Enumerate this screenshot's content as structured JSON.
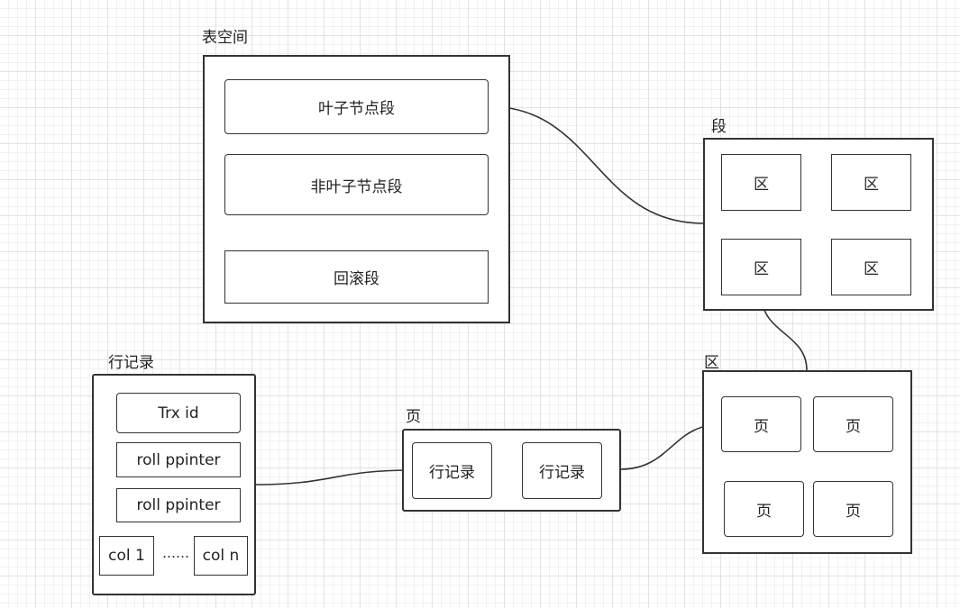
{
  "tablespace": {
    "label": "表空间",
    "segments": [
      "叶子节点段",
      "非叶子节点段",
      "回滚段"
    ]
  },
  "segment": {
    "label": "段",
    "extents": [
      "区",
      "区",
      "区",
      "区"
    ]
  },
  "extent": {
    "label": "区",
    "pages": [
      "页",
      "页",
      "页",
      "页"
    ]
  },
  "page": {
    "label": "页",
    "records": [
      "行记录",
      "行记录"
    ]
  },
  "row_record": {
    "label": "行记录",
    "fields": [
      "Trx id",
      "roll ppinter",
      "roll ppinter"
    ],
    "col_first": "col 1",
    "ellipsis": "……",
    "col_last": "col n"
  }
}
